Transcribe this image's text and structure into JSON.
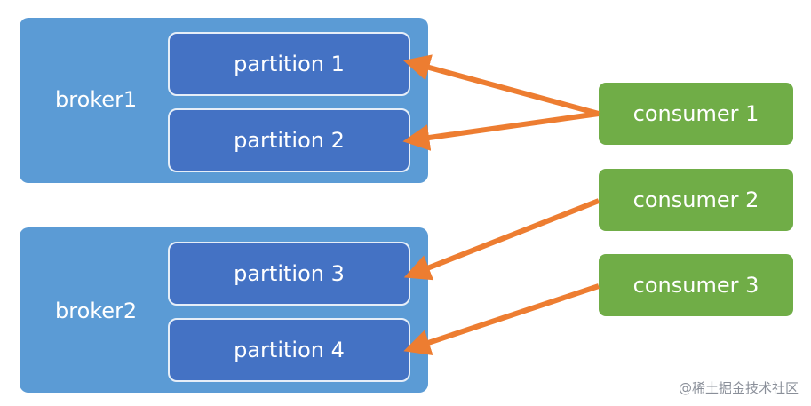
{
  "brokers": [
    {
      "label": "broker1",
      "partitions": [
        "partition 1",
        "partition 2"
      ]
    },
    {
      "label": "broker2",
      "partitions": [
        "partition 3",
        "partition 4"
      ]
    }
  ],
  "consumers": [
    "consumer 1",
    "consumer 2",
    "consumer 3"
  ],
  "connections": [
    {
      "from": "consumer 1",
      "to": "partition 1"
    },
    {
      "from": "consumer 1",
      "to": "partition 2"
    },
    {
      "from": "consumer 2",
      "to": "partition 3"
    },
    {
      "from": "consumer 3",
      "to": "partition 4"
    }
  ],
  "watermark": "@稀土掘金技术社区",
  "colors": {
    "broker": "#5b9bd5",
    "partition": "#4472c4",
    "partition_border": "#e6eef8",
    "consumer": "#70ad47",
    "arrow": "#ed7d31",
    "text": "#ffffff"
  }
}
